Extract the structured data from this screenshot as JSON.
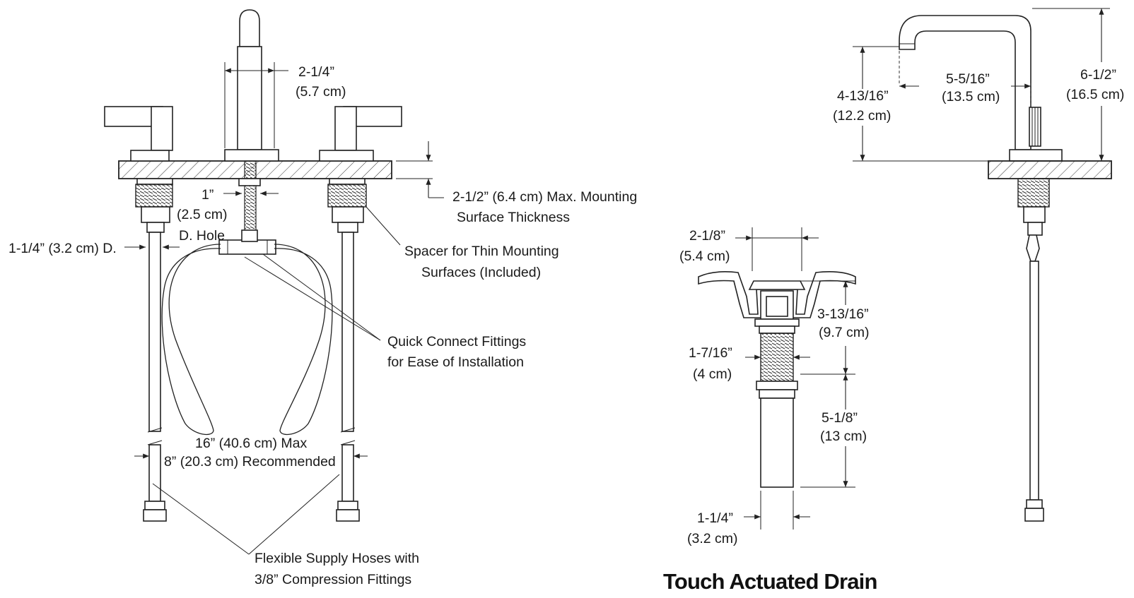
{
  "labels": {
    "spout_width": [
      "2-1/4”",
      "(5.7 cm)"
    ],
    "max_thickness": [
      "2-1/2” (6.4 cm) Max. Mounting",
      "Surface Thickness"
    ],
    "center_hole": [
      "1”",
      "(2.5 cm)",
      "D. Hole"
    ],
    "side_hole": "1-1/4” (3.2 cm) D.",
    "spacer": [
      "Spacer for Thin Mounting",
      "Surfaces (Included)"
    ],
    "quick_connect": [
      "Quick Connect Fittings",
      "for Ease of Installation"
    ],
    "spread": [
      "16” (40.6 cm) Max",
      "8” (20.3 cm) Recommended"
    ],
    "hoses": [
      "Flexible Supply Hoses with",
      "3/8” Compression Fittings"
    ],
    "spout_height": [
      "4-13/16”",
      "(12.2 cm)"
    ],
    "spout_reach": [
      "5-5/16”",
      "(13.5 cm)"
    ],
    "overall_height": [
      "6-1/2”",
      "(16.5 cm)"
    ],
    "drain_flange": [
      "2-1/8”",
      "(5.4 cm)"
    ],
    "drain_body": [
      "3-13/16”",
      "(9.7 cm)"
    ],
    "drain_thread": [
      "1-7/16”",
      "(4 cm)"
    ],
    "drain_tail": [
      "5-1/8”",
      "(13 cm)"
    ],
    "drain_dia": [
      "1-1/4”",
      "(3.2 cm)"
    ],
    "drain_title": "Touch Actuated Drain"
  }
}
